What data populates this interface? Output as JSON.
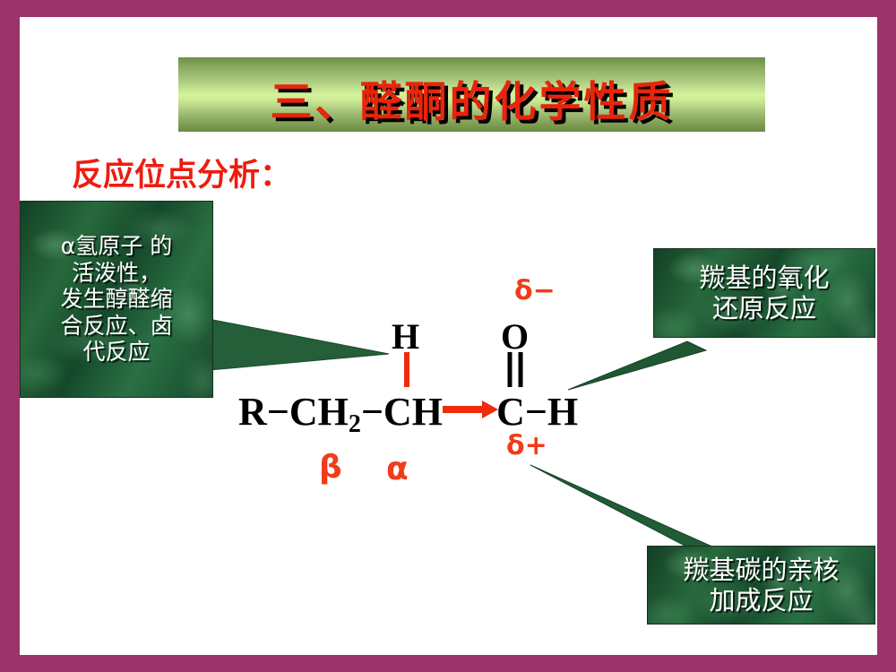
{
  "slide": {
    "border_color": "#9C3368",
    "background_color": "#FFFFFF",
    "title": "三、醛酮的化学性质",
    "title_color": "#E8240C",
    "banner_gradient_light": "#D4F29A",
    "banner_gradient_dark": "#6B8A45",
    "subtitle": "反应位点分析："
  },
  "callouts": [
    {
      "id": "alpha-hydrogen",
      "text": "α氢原子 的活泼性，发生醇醛缩合反应、卤代反应",
      "lines": [
        "α氢原子  的",
        "活泼性，",
        "发生醇醛缩",
        "合反应、卤",
        "代反应"
      ],
      "position": "left",
      "fill_color": "#1D5C36",
      "text_color": "#FFFFFF"
    },
    {
      "id": "carbonyl-redox",
      "text": "羰基的氧化还原反应",
      "lines": [
        "羰基的氧化",
        "还原反应"
      ],
      "position": "top-right",
      "fill_color": "#1D5C36",
      "text_color": "#FFFFFF"
    },
    {
      "id": "nucleophilic-addition",
      "text": "羰基碳的亲核加成反应",
      "lines": [
        "羰基碳的亲核",
        "加成反应"
      ],
      "position": "bottom-right",
      "fill_color": "#1D5C36",
      "text_color": "#FFFFFF"
    }
  ],
  "structure": {
    "chain_left": "R−CH",
    "chain_left_sub": "2",
    "chain_left_tail": "−CH",
    "carbonyl_group": "C−H",
    "top_hydrogen": "H",
    "top_oxygen": "O",
    "delta_negative": "δ−",
    "delta_positive": "δ+",
    "beta_label": "β",
    "alpha_label": "α",
    "bond_color_red": "#EE2B0C",
    "bond_color_black": "#000000",
    "arrow_color": "#EE2B0C",
    "greek_color": "#F03C18"
  }
}
